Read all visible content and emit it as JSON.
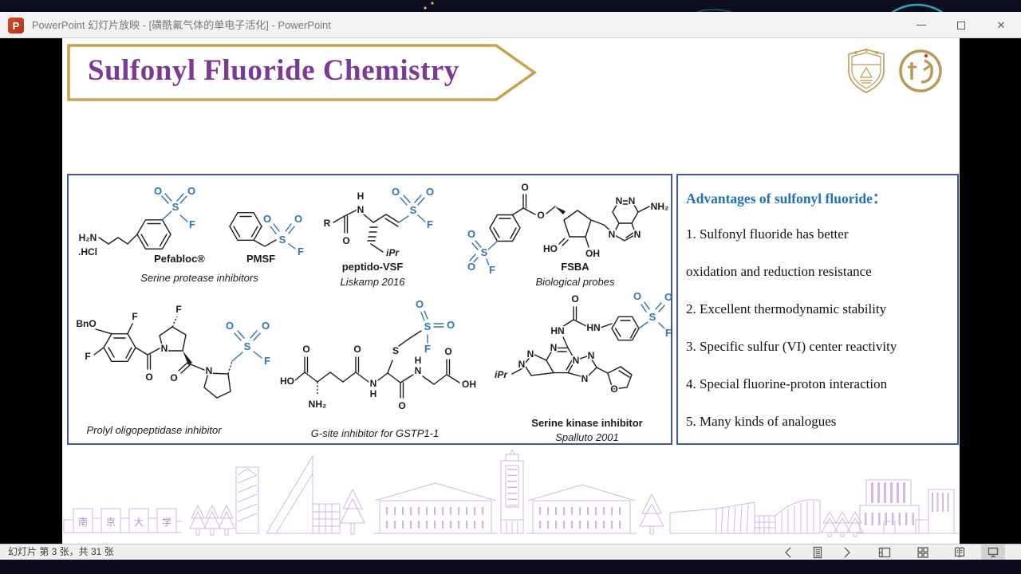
{
  "titlebar": {
    "title": "PowerPoint 幻灯片放映 - [磺酰氟气体的单电子活化] - PowerPoint",
    "app_icon_letter": "P",
    "close_glyph": "✕"
  },
  "slide": {
    "title": "Sulfonyl Fluoride Chemistry",
    "group_caption": "Serine protease inhibitors",
    "molecules": {
      "pefabloc": {
        "label": "Pefabloc®",
        "atoms": {
          "amine": "H₂N",
          "salt": ".HCl",
          "o1": "O",
          "o2": "O",
          "s": "S",
          "f": "F"
        }
      },
      "pmsf": {
        "label": "PMSF",
        "atoms": {
          "o1": "O",
          "o2": "O",
          "s": "S",
          "f": "F"
        }
      },
      "peptido": {
        "label": "peptido-VSF",
        "sublabel": "Liskamp 2016",
        "atoms": {
          "r": "R",
          "h": "H",
          "n": "N",
          "o": "O",
          "ipr": "iPr",
          "o1": "O",
          "o2": "O",
          "s": "S",
          "f": "F"
        }
      },
      "fsba": {
        "label": "FSBA",
        "sublabel": "Biological probes",
        "atoms": {
          "o1": "O",
          "o2": "O",
          "s": "S",
          "f": "F",
          "oc": "O",
          "oe": "O",
          "ho": "HO",
          "oh": "OH",
          "n1": "N",
          "n2": "N",
          "n3": "N",
          "n4": "N",
          "nh2": "NH₂"
        }
      },
      "prolyl": {
        "label": "Prolyl oligopeptidase inhibitor",
        "atoms": {
          "bno": "BnO",
          "f1": "F",
          "f2": "F",
          "f3": "F",
          "o1": "O",
          "n1": "N",
          "o2": "O",
          "n2": "N",
          "o3": "O",
          "o4": "O",
          "s": "S",
          "f4": "F"
        }
      },
      "gsite": {
        "label": "G-site inhibitor for GSTP1-1",
        "atoms": {
          "ho": "HO",
          "o1": "O",
          "nh2": "NH₂",
          "o2": "O",
          "n1": "N",
          "h1": "H",
          "s1": "S",
          "o3": "O",
          "o4": "O",
          "s2": "S",
          "f": "F",
          "o5": "O",
          "h2": "H",
          "n2": "N",
          "o6": "O",
          "oh": "OH"
        }
      },
      "serine": {
        "label": "Serine kinase inhibitor",
        "sublabel": "Spalluto 2001",
        "atoms": {
          "ipr": "iPr",
          "n1": "N",
          "n2": "N",
          "n3": "N",
          "n4": "N",
          "n5": "N",
          "n6": "N",
          "n7": "N",
          "o_furan": "O",
          "hn1": "HN",
          "o1": "O",
          "hn2": "HN",
          "o2": "O",
          "o3": "O",
          "s": "S",
          "f": "F"
        }
      }
    },
    "advantages": {
      "heading": "Advantages of sulfonyl fluoride：",
      "lines": [
        "1. Sulfonyl fluoride has better",
        "oxidation and reduction resistance",
        "2. Excellent thermodynamic stability",
        "3. Specific sulfur (VI) center reactivity",
        "4. Special fluorine-proton interaction",
        "5. Many kinds of analogues"
      ]
    },
    "plaques": [
      "南",
      "京",
      "大",
      "学"
    ]
  },
  "statusbar": {
    "label": "幻灯片 第 3 张，共 31 张",
    "icons": [
      "previous-slide",
      "notes",
      "next-slide",
      "normal-view",
      "slide-sorter",
      "reading-view",
      "slideshow"
    ]
  },
  "colors": {
    "so2f_blue": "#2e75b6",
    "title_purple": "#7a3a96",
    "banner_gold": "#c7a14e",
    "panel_border": "#3f5a93",
    "advantages_heading_blue": "#2272b9",
    "skyline_purple": "#c9abdd"
  }
}
